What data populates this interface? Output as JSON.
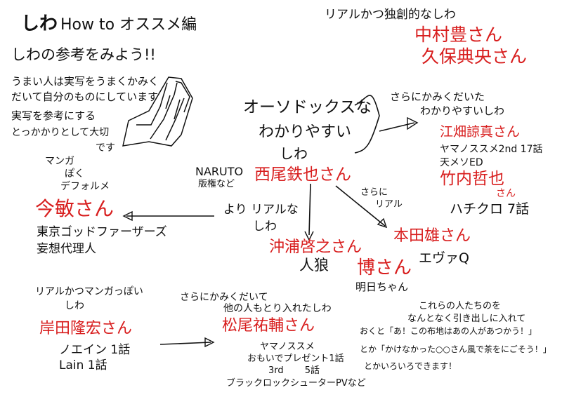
{
  "title": {
    "bold": "しわ",
    "rest": "How to オススメ編"
  },
  "intro": {
    "heading": "しわの参考をみよう!!",
    "lines": [
      "うまい人は実写をうまくかみく",
      "だいて自分のものにしています",
      "実写を参考にする",
      "とっかかりとして大切",
      "です"
    ]
  },
  "top_right": {
    "caption": "リアルかつ独創的なしわ",
    "names": [
      "中村豊さん",
      "久保典央さん"
    ]
  },
  "center": {
    "lines": [
      "オーソドックスな",
      "わかりやすい",
      "しわ"
    ],
    "naruto": "NARUTO",
    "naruto_note": "版権など",
    "name": "西尾鉄也さん"
  },
  "left_branch": {
    "caption": "より リアルな",
    "caption2": "しわ"
  },
  "manga_deformed": {
    "lines": [
      "マンガ",
      "ぽく",
      "デフォルメ"
    ],
    "name": "今敏さん",
    "works": [
      "東京ゴッドファーザーズ",
      "妄想代理人"
    ]
  },
  "okiura": {
    "name": "沖浦啓之さん",
    "work": "人狼"
  },
  "hiroshi": {
    "name": "博さん",
    "work": "明日ちゃん"
  },
  "more_real": {
    "caption1": "さらに",
    "caption2": "リアル"
  },
  "honda": {
    "name": "本田雄さん",
    "work": "エヴァQ"
  },
  "right_upper": {
    "caption1": "さらにかみくだいた",
    "caption2": "わかりやすいしわ",
    "name1": "江畑諒真さん",
    "work1a": "ヤマノススメ2nd 17話",
    "work1b": "天メソED",
    "name2": "竹内哲也",
    "name2_suffix": "さん",
    "work2": "ハチクロ 7話"
  },
  "bottom_left": {
    "caption1": "リアルかつマンガっぽい",
    "caption2": "しわ",
    "name": "岸田隆宏さん",
    "works": [
      "ノエイン 1話",
      "Lain 1話"
    ]
  },
  "bottom_middle": {
    "caption1": "さらにかみくだいて",
    "caption2": "他の人もとり入れたしわ",
    "name": "松尾祐輔さん",
    "works": [
      "ヤマノススメ",
      "おもいでプレゼント1話",
      "3rd　　 5話",
      "ブラックロックシューターPVなど"
    ]
  },
  "bottom_right": {
    "lines": [
      "これらの人たちのを",
      "なんとなく引き出しに入れて",
      "おくと「あ！この布地はあの人があつかう！」",
      "とか「かけなかった○○さん風で茶をにごそう！」",
      "とかいろいろできます！"
    ]
  }
}
